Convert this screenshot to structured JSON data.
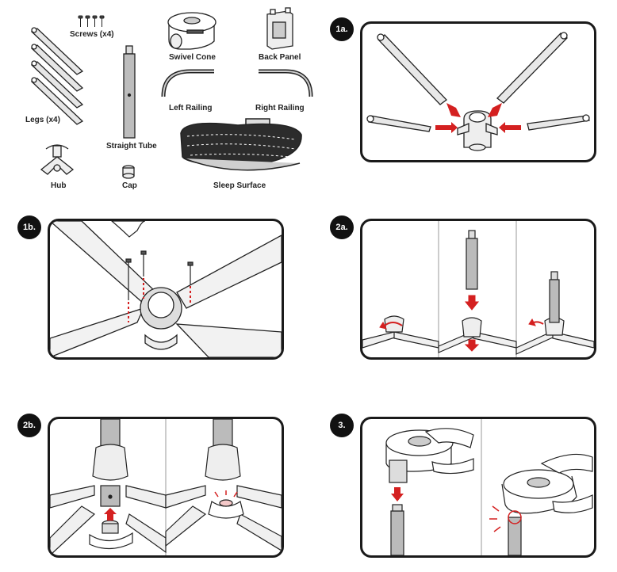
{
  "parts": {
    "screws": "Screws (x4)",
    "swivel_cone": "Swivel Cone",
    "back_panel": "Back Panel",
    "legs": "Legs (x4)",
    "straight_tube": "Straight Tube",
    "left_railing": "Left Railing",
    "right_railing": "Right Railing",
    "hub": "Hub",
    "cap": "Cap",
    "sleep_surface": "Sleep Surface"
  },
  "steps": {
    "s1a": "1a.",
    "s1b": "1b.",
    "s2a": "2a.",
    "s2b": "2b.",
    "s3": "3."
  },
  "colors": {
    "arrow": "#d42020",
    "outline": "#1a1a1a",
    "metal": "#b9b9b9"
  }
}
